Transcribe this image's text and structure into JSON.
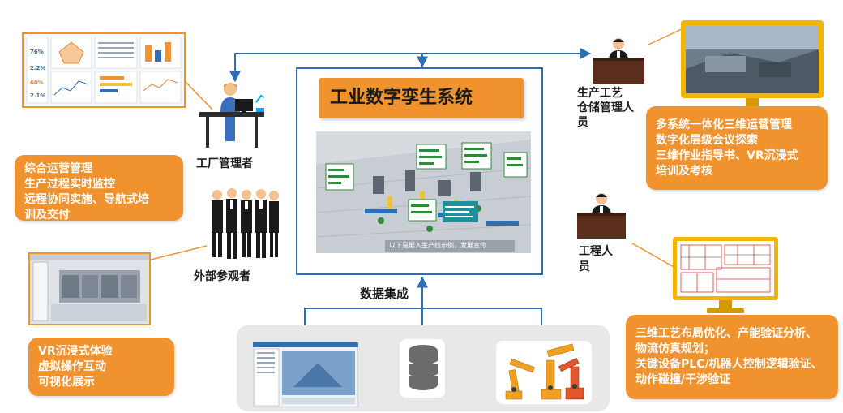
{
  "center": {
    "title": "工业数字孪生系统",
    "caption": "以下是展入生产线示例，发展宣传"
  },
  "roles": {
    "factory_manager": "工厂管理者",
    "external_visitor": "外部参观者",
    "production_mgr_lines": [
      "生产工艺",
      "仓储管理人",
      "员"
    ],
    "engineer_lines": [
      "工程人",
      "员"
    ]
  },
  "boxes": {
    "left_top": [
      "综合运营管理",
      "生产过程实时监控",
      "远程协同实施、导航式培",
      "训及交付"
    ],
    "left_bottom": [
      "VR沉浸式体验",
      "虚拟操作互动",
      "可视化展示"
    ],
    "right_top": [
      "多系统一体化三维运营管理",
      "数字化层级会议探索",
      "三维作业指导书、VR沉浸式",
      "培训及考核"
    ],
    "right_bottom": [
      "三维工艺布局优化、产能验证分析、",
      "物流仿真规划；",
      "关键设备PLC/机器人控制逻辑验证、",
      "动作碰撞/干涉验证"
    ]
  },
  "data_integration": "数据集成",
  "dashboard": {
    "kpis": [
      "76%",
      "2.2%",
      "60%",
      "2.1%"
    ]
  },
  "colors": {
    "orange": "#f0922e",
    "blue": "#2c6fb5",
    "green": "#2e8b3e"
  }
}
